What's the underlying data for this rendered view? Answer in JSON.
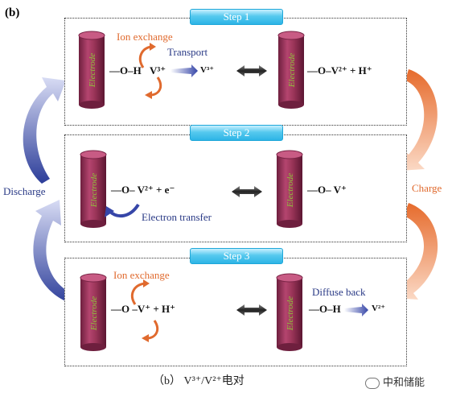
{
  "figure_label": "(b)",
  "electrode_label": "Electrode",
  "steps": [
    {
      "title": "Step 1",
      "annotation": "Ion exchange",
      "annotation2": "Transport",
      "left_group": "—O–H",
      "left_ion": "V³⁺",
      "left_ion2": "V³⁺",
      "right": "—O–V²⁺ + H⁺"
    },
    {
      "title": "Step 2",
      "left": "—O– V²⁺ + e⁻",
      "annotation": "Electron transfer",
      "right": "—O– V⁺"
    },
    {
      "title": "Step 3",
      "annotation": "Ion exchange",
      "left": "—O  –V⁺ + H⁺",
      "annotation2": "Diffuse back",
      "right_group": "—O–H",
      "right_ion": "V²⁺"
    }
  ],
  "side_labels": {
    "left": "Discharge",
    "right": "Charge"
  },
  "caption": "（b）  V³⁺/V²⁺电对",
  "watermark": "中和储能",
  "colors": {
    "blue": "#2a3a86",
    "orange": "#e06a2e",
    "electrode": "#8b2a4e"
  }
}
